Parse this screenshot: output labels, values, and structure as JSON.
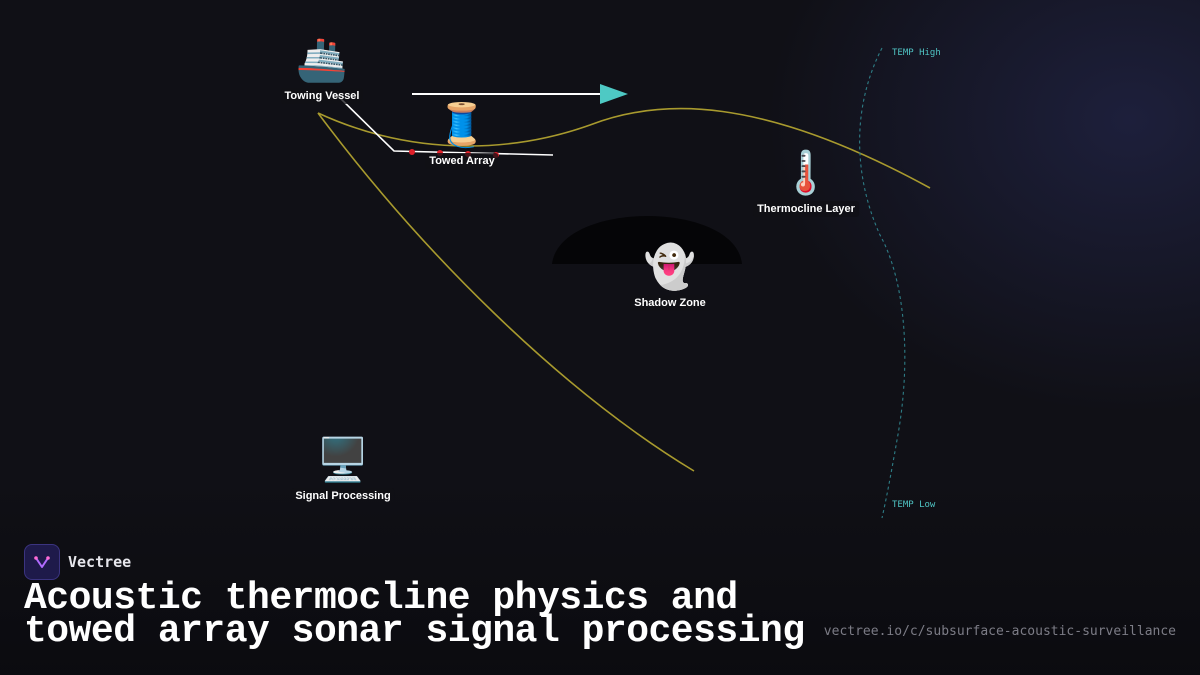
{
  "nodes": {
    "towing_vessel": {
      "icon": "ship-icon",
      "glyph": "🚢",
      "label": "Towing Vessel"
    },
    "towed_array": {
      "icon": "spool-icon",
      "glyph": "🧵",
      "label": "Towed Array"
    },
    "thermocline_layer": {
      "icon": "thermometer-icon",
      "glyph": "🌡️",
      "label": "Thermocline Layer"
    },
    "shadow_zone": {
      "icon": "ghost-icon",
      "glyph": "👻",
      "label": "Shadow Zone"
    },
    "signal_processing": {
      "icon": "computer-icon",
      "glyph": "🖥️",
      "label": "Signal Processing"
    }
  },
  "temperature_profile": {
    "high_label": "TEMP High",
    "low_label": "TEMP Low"
  },
  "colors": {
    "background": "#101016",
    "ray_path": "#a89a2e",
    "direction_arrow": "#4ec9c4",
    "tow_cable": "#ffffff",
    "hydrophone": "#e0202a",
    "temp_curve": "#2e7d86"
  },
  "brand": {
    "name": "Vectree",
    "icon": "vectree-logo-icon"
  },
  "footer": {
    "title_line1": "Acoustic thermocline physics and",
    "title_line2": "towed array sonar signal processing",
    "url": "vectree.io/c/subsurface-acoustic-surveillance"
  }
}
